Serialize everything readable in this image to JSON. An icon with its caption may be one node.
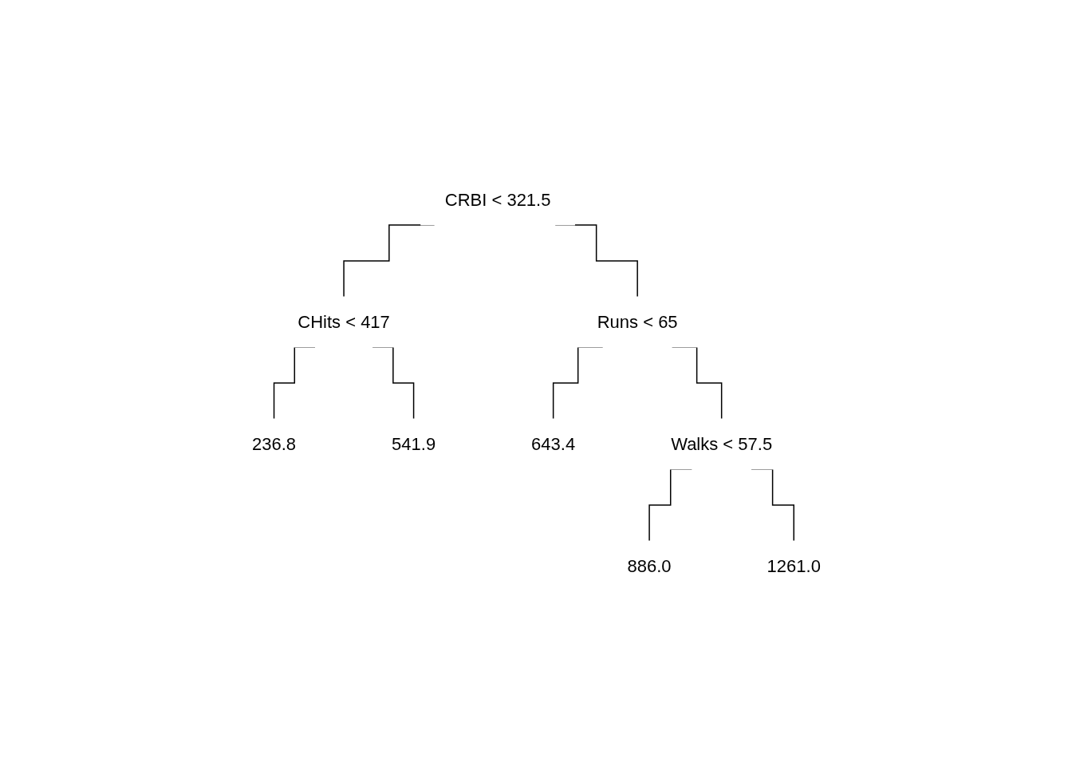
{
  "diagram": {
    "nodes": [
      {
        "text": [
          "CRBI < 321.5"
        ]
      },
      {
        "text": [
          "CHits < 417"
        ]
      },
      {
        "text": [
          "Runs < 65"
        ]
      },
      {
        "text": [
          "236.8"
        ]
      },
      {
        "text": [
          "541.9"
        ]
      },
      {
        "text": [
          "643.4"
        ]
      },
      {
        "text": [
          "Walks < 57.5"
        ]
      },
      {
        "text": [
          "886.0"
        ]
      },
      {
        "text": [
          "1261.0"
        ]
      }
    ],
    "edges": [
      {
        "from": 0,
        "to": 1,
        "arrow": "none"
      },
      {
        "from": 0,
        "to": 2,
        "arrow": "none"
      },
      {
        "from": 1,
        "to": 3,
        "arrow": "none"
      },
      {
        "from": 1,
        "to": 4,
        "arrow": "none"
      },
      {
        "from": 2,
        "to": 5,
        "arrow": "none"
      },
      {
        "from": 2,
        "to": 6,
        "arrow": "none"
      },
      {
        "from": 6,
        "to": 7,
        "arrow": "none"
      },
      {
        "from": 6,
        "to": 8,
        "arrow": "none"
      }
    ]
  }
}
